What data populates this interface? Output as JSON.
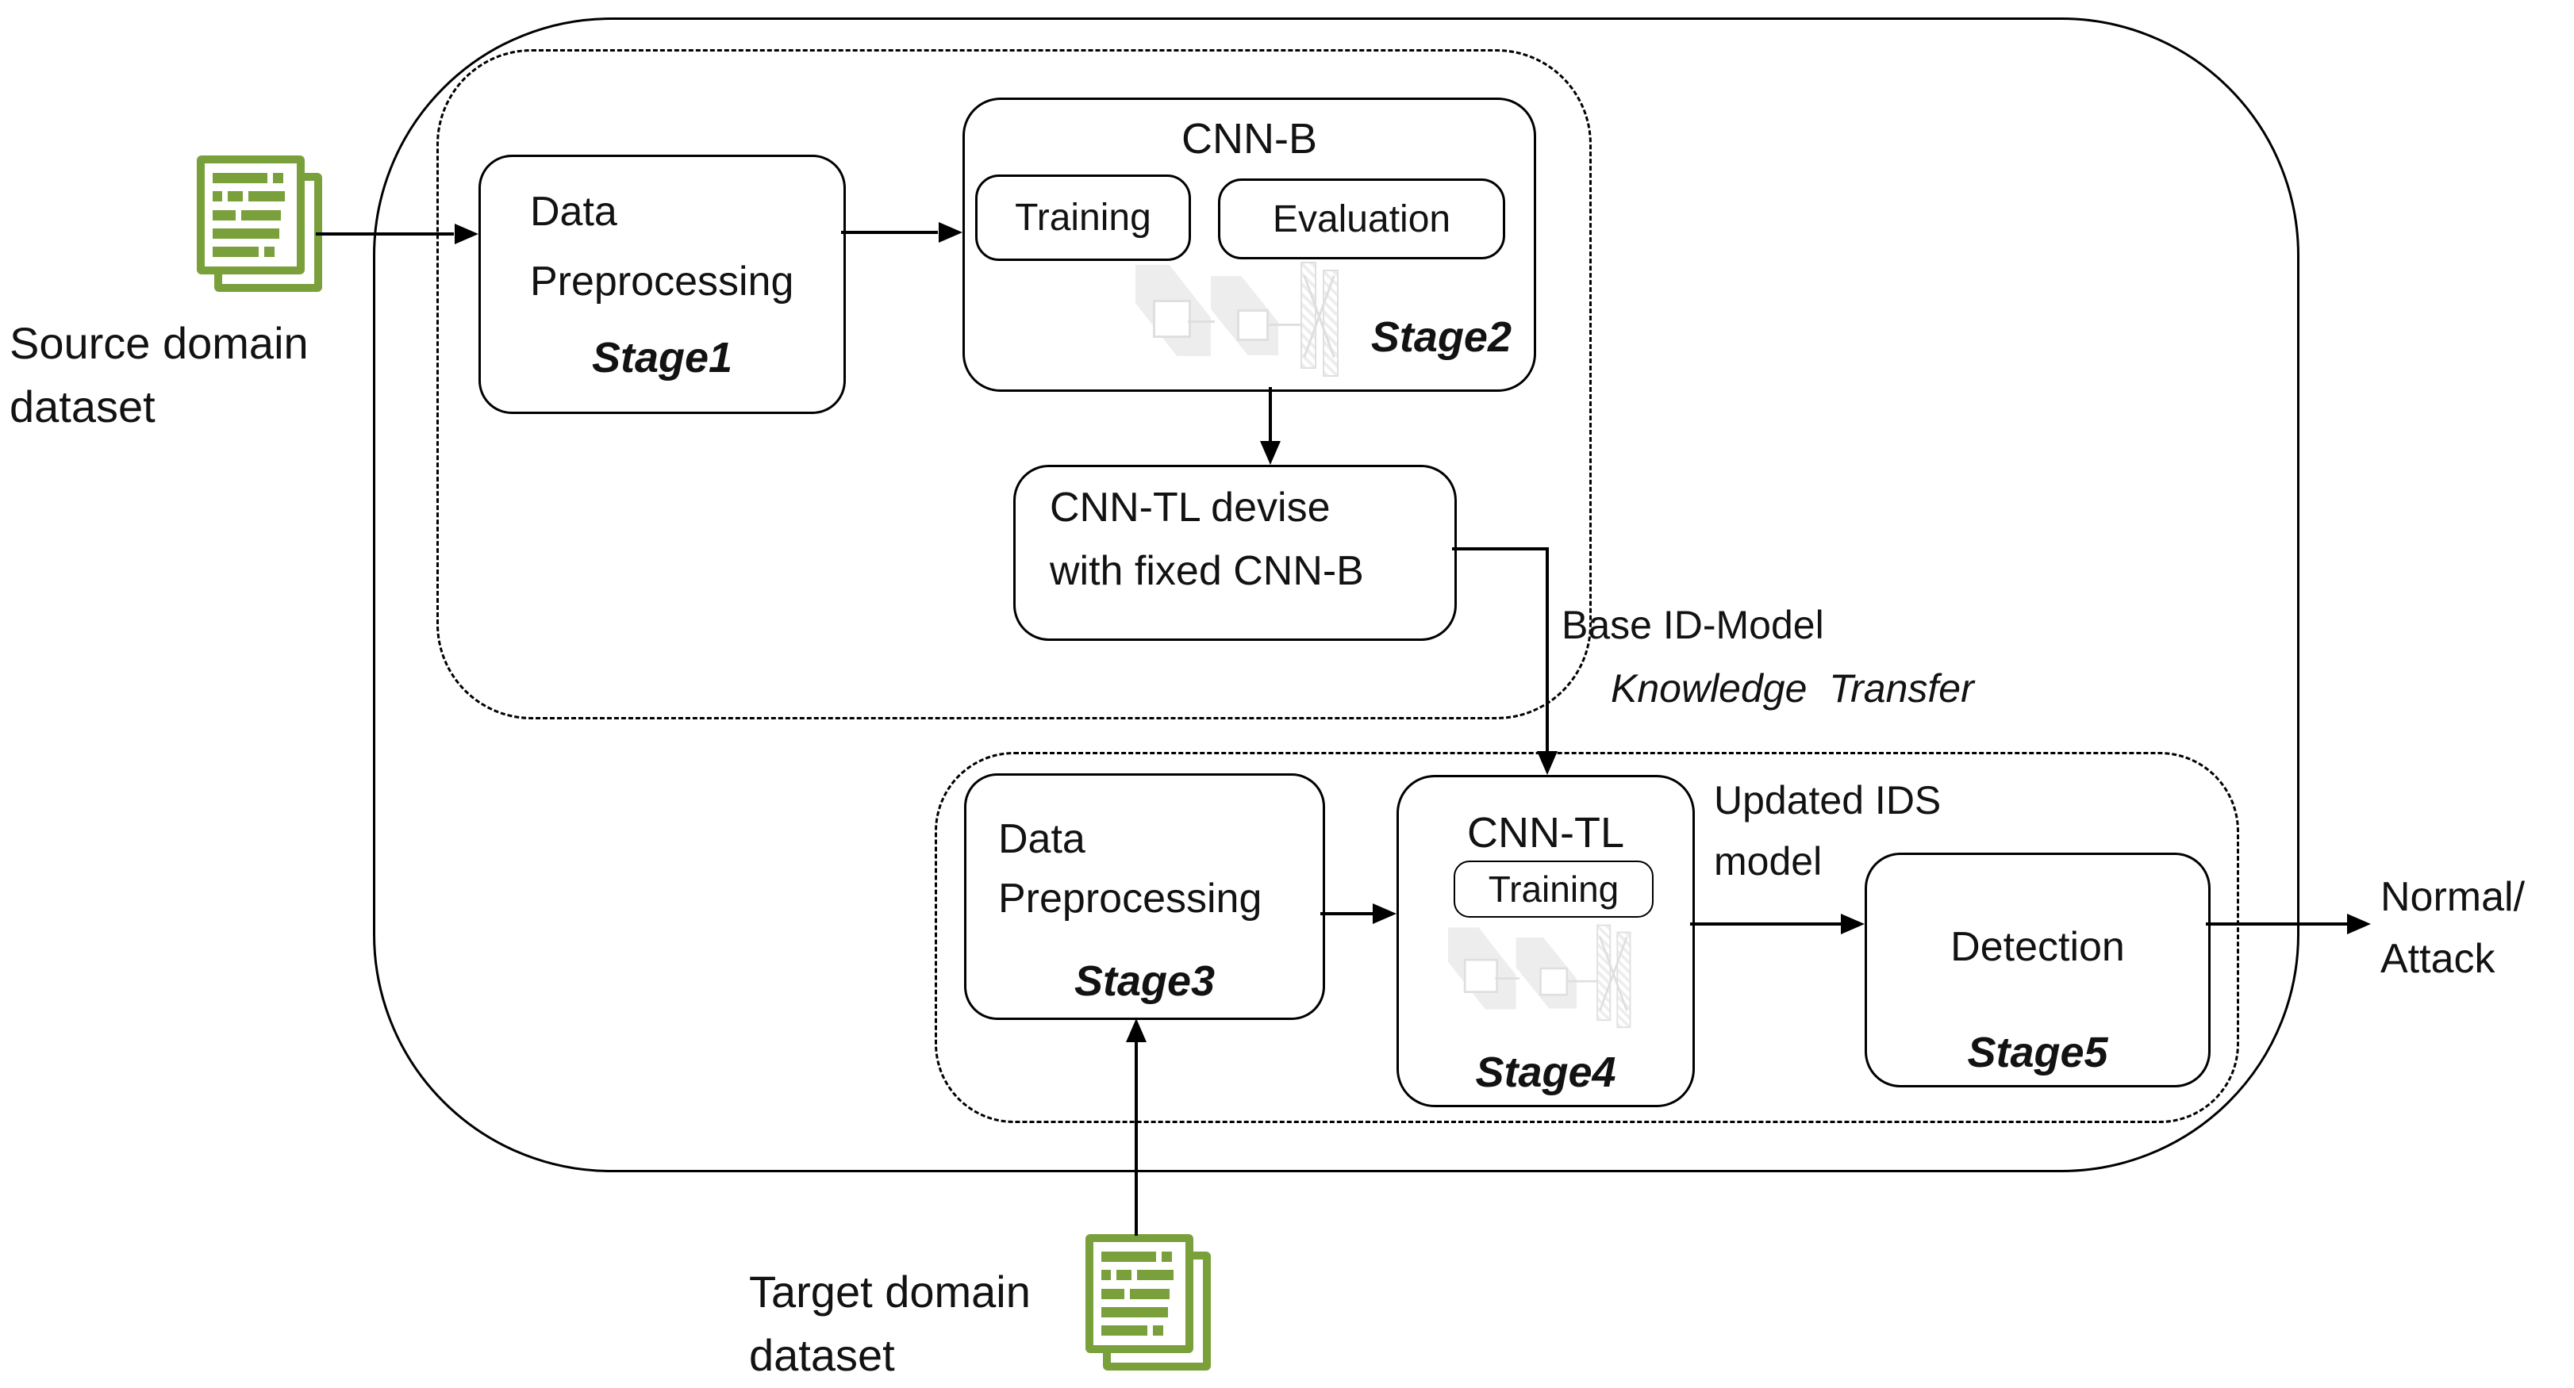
{
  "colors": {
    "icon_green": "#7aa03c",
    "line_black": "#000000",
    "cnn_glyph_fill": "#ededed",
    "cnn_glyph_stroke": "#dfdfdf"
  },
  "source_dataset": {
    "line1": "Source domain",
    "line2": "dataset"
  },
  "target_dataset": {
    "line1": "Target domain",
    "line2": "dataset"
  },
  "stage1": {
    "line1": "Data",
    "line2": "Preprocessing",
    "stage_label": "Stage1"
  },
  "cnn_b": {
    "title": "CNN-B",
    "training_label": "Training",
    "evaluation_label": "Evaluation",
    "stage_label": "Stage2"
  },
  "cnn_tl_devise": {
    "line1": "CNN-TL devise",
    "line2": "with fixed CNN-B"
  },
  "knowledge_transfer": {
    "line1": "Base ID-Model",
    "line2": "Knowledge Transfer"
  },
  "stage3": {
    "line1": "Data",
    "line2": "Preprocessing",
    "stage_label": "Stage3"
  },
  "stage4": {
    "title": "CNN-TL",
    "training_label": "Training",
    "stage_label": "Stage4"
  },
  "updated_ids": {
    "line1": "Updated IDS",
    "line2": "model"
  },
  "stage5": {
    "title": "Detection",
    "stage_label": "Stage5"
  },
  "output": {
    "line1": "Normal/",
    "line2": "Attack"
  }
}
